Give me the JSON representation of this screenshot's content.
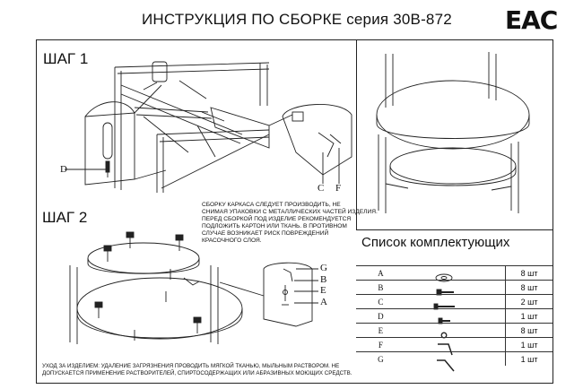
{
  "header": {
    "title": "ИНСТРУКЦИЯ ПО СБОРКЕ серия 30B-872",
    "cert_mark": "ЕАС"
  },
  "steps": {
    "step1": "ШАГ 1",
    "step2": "ШАГ 2"
  },
  "callouts": {
    "step1_labels": [
      "D",
      "C",
      "F"
    ],
    "step2_labels": [
      "G",
      "B",
      "E",
      "A"
    ]
  },
  "warning_lines": [
    "Сборку каркаса следует производить, не",
    "снимая упаковки с металлических частей изделия.",
    "Перед сборкой под изделие рекомендуется",
    "подложить картон или ткань. В противном",
    "случае возникает риск повреждений",
    "красочного слоя."
  ],
  "care_lines": [
    "Уход за изделием: удаление загрязнения проводить мягкой тканью, мыльным раствором. Не",
    "допускается применение растворителей, спиртосодержащих или абразивных моющих средств."
  ],
  "parts_list": {
    "title": "Список комплектующих",
    "items": [
      {
        "letter": "A",
        "icon": "washer-icon",
        "qty": "8 шт"
      },
      {
        "letter": "B",
        "icon": "screw-icon",
        "qty": "8 шт"
      },
      {
        "letter": "C",
        "icon": "long-bolt-icon",
        "qty": "2 шт"
      },
      {
        "letter": "D",
        "icon": "short-bolt-icon",
        "qty": "1 шт"
      },
      {
        "letter": "E",
        "icon": "ring-icon",
        "qty": "8 шт"
      },
      {
        "letter": "F",
        "icon": "l-key-icon",
        "qty": "1 шт"
      },
      {
        "letter": "G",
        "icon": "hex-key-icon",
        "qty": "1 шт"
      }
    ]
  }
}
